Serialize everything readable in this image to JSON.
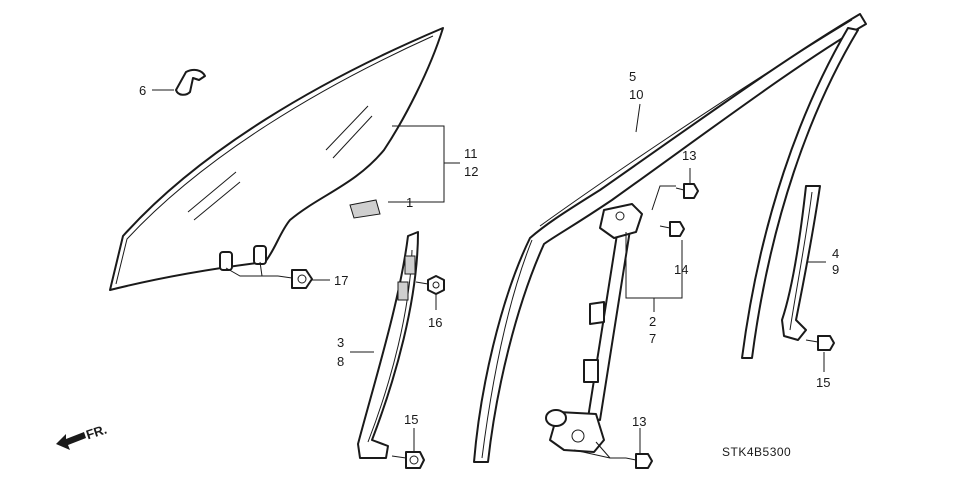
{
  "callouts": {
    "c1": "1",
    "c2": "2",
    "c3": "3",
    "c4": "4",
    "c5": "5",
    "c6": "6",
    "c7": "7",
    "c8": "8",
    "c9": "9",
    "c10": "10",
    "c11": "11",
    "c12": "12",
    "c13a": "13",
    "c13b": "13",
    "c14": "14",
    "c15a": "15",
    "c15b": "15",
    "c16": "16",
    "c17": "17"
  },
  "direction_label": "FR.",
  "diagram_code": "STK4B5300",
  "colors": {
    "line": "#1a1a1a",
    "background": "#ffffff",
    "shade": "#cfcfcf"
  }
}
